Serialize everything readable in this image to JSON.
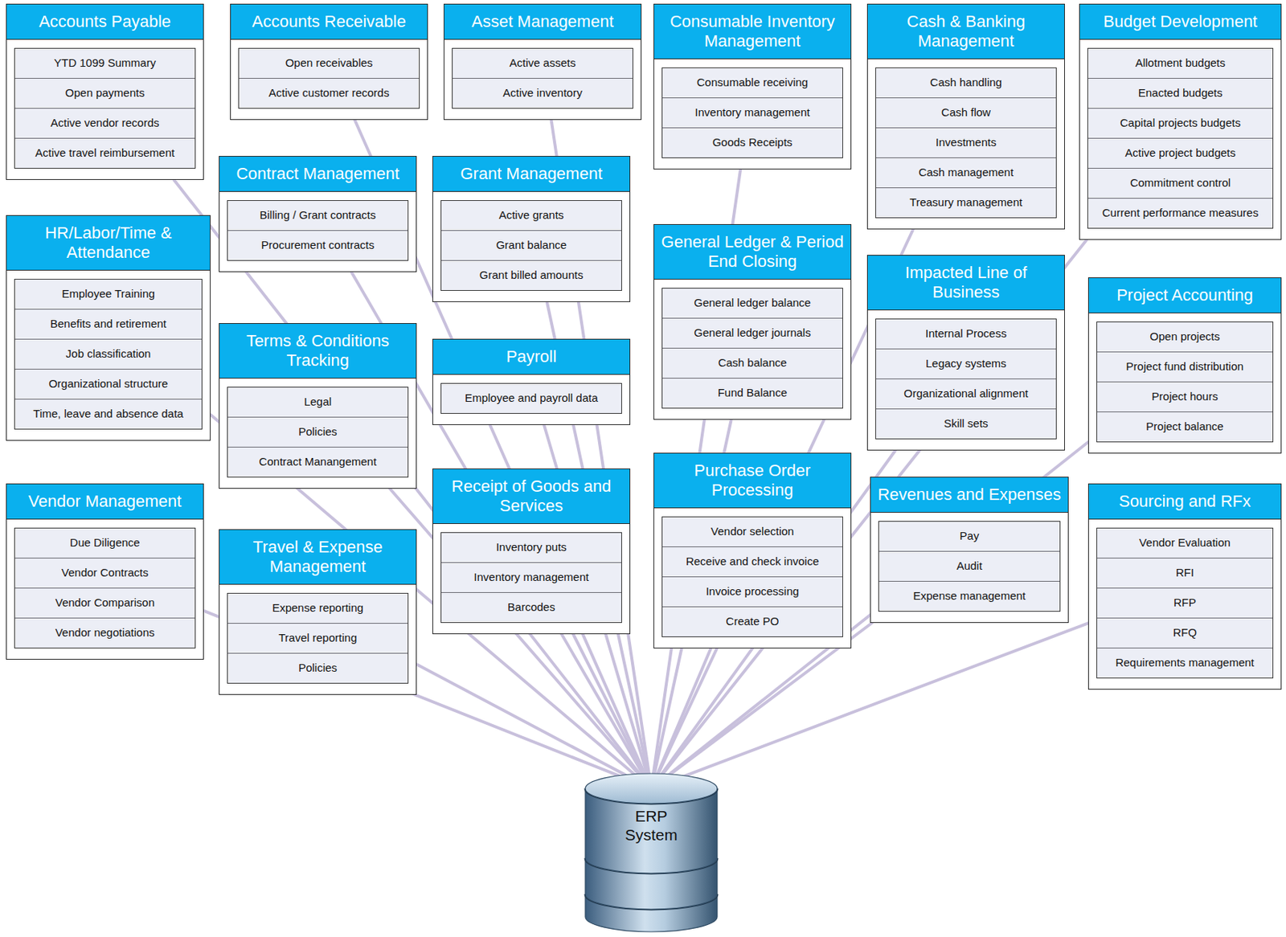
{
  "diagram": {
    "nodes": [
      {
        "text": [
          "Accounts Payable"
        ]
      },
      {
        "text": [
          "YTD 1099 Summary"
        ],
        "in": 0
      },
      {
        "text": [
          "Open payments"
        ],
        "in": 0
      },
      {
        "text": [
          "Active vendor records"
        ],
        "in": 0
      },
      {
        "text": [
          "Active travel reimbursement"
        ],
        "in": 0
      },
      {
        "text": [
          "Accounts Receivable"
        ]
      },
      {
        "text": [
          "Open receivables"
        ],
        "in": 5
      },
      {
        "text": [
          "Active customer records"
        ],
        "in": 5
      },
      {
        "text": [
          "Asset Management"
        ]
      },
      {
        "text": [
          "Active assets"
        ],
        "in": 8
      },
      {
        "text": [
          "Active inventory"
        ],
        "in": 8
      },
      {
        "text": [
          "Consumable Inventory Management"
        ]
      },
      {
        "text": [
          "Consumable receiving"
        ],
        "in": 11
      },
      {
        "text": [
          "Inventory management"
        ],
        "in": 11
      },
      {
        "text": [
          "Goods Receipts"
        ],
        "in": 11
      },
      {
        "text": [
          "Cash & Banking Management"
        ]
      },
      {
        "text": [
          "Cash handling"
        ],
        "in": 15
      },
      {
        "text": [
          "Cash flow"
        ],
        "in": 15
      },
      {
        "text": [
          "Investments"
        ],
        "in": 15
      },
      {
        "text": [
          "Cash management"
        ],
        "in": 15
      },
      {
        "text": [
          "Treasury management"
        ],
        "in": 15
      },
      {
        "text": [
          "Budget Development"
        ]
      },
      {
        "text": [
          "Allotment budgets"
        ],
        "in": 21
      },
      {
        "text": [
          "Enacted budgets"
        ],
        "in": 21
      },
      {
        "text": [
          "Capital projects budgets"
        ],
        "in": 21
      },
      {
        "text": [
          "Active project budgets"
        ],
        "in": 21
      },
      {
        "text": [
          "Commitment control"
        ],
        "in": 21
      },
      {
        "text": [
          "Current performance measures"
        ],
        "in": 21
      },
      {
        "text": [
          "Contract Management"
        ]
      },
      {
        "text": [
          "Billing / Grant contracts"
        ],
        "in": 28
      },
      {
        "text": [
          "Procurement contracts"
        ],
        "in": 28
      },
      {
        "text": [
          "Grant Management"
        ]
      },
      {
        "text": [
          "Active grants"
        ],
        "in": 31
      },
      {
        "text": [
          "Grant balance"
        ],
        "in": 31
      },
      {
        "text": [
          "Grant billed amounts"
        ],
        "in": 31
      },
      {
        "text": [
          "HR/Labor/Time & Attendance"
        ]
      },
      {
        "text": [
          "Employee Training"
        ],
        "in": 35
      },
      {
        "text": [
          "Benefits and retirement"
        ],
        "in": 35
      },
      {
        "text": [
          "Job classification"
        ],
        "in": 35
      },
      {
        "text": [
          "Organizational structure"
        ],
        "in": 35
      },
      {
        "text": [
          "Time, leave and absence data"
        ],
        "in": 35
      },
      {
        "text": [
          "General Ledger & Period End Closing"
        ]
      },
      {
        "text": [
          "General ledger balance"
        ],
        "in": 41
      },
      {
        "text": [
          "General ledger journals"
        ],
        "in": 41
      },
      {
        "text": [
          "Cash balance"
        ],
        "in": 41
      },
      {
        "text": [
          "Fund Balance"
        ],
        "in": 41
      },
      {
        "text": [
          "Impacted Line of Business"
        ]
      },
      {
        "text": [
          "Internal Process"
        ],
        "in": 46
      },
      {
        "text": [
          "Legacy systems"
        ],
        "in": 46
      },
      {
        "text": [
          "Organizational alignment"
        ],
        "in": 46
      },
      {
        "text": [
          "Skill sets"
        ],
        "in": 46
      },
      {
        "text": [
          "Project Accounting"
        ]
      },
      {
        "text": [
          "Open projects"
        ],
        "in": 51
      },
      {
        "text": [
          "Project fund distribution"
        ],
        "in": 51
      },
      {
        "text": [
          "Project hours"
        ],
        "in": 51
      },
      {
        "text": [
          "Project balance"
        ],
        "in": 51
      },
      {
        "text": [
          "Terms & Conditions Tracking"
        ]
      },
      {
        "text": [
          "Legal"
        ],
        "in": 56
      },
      {
        "text": [
          "Policies"
        ],
        "in": 56
      },
      {
        "text": [
          "Contract Manangement"
        ],
        "in": 56
      },
      {
        "text": [
          "Payroll"
        ]
      },
      {
        "text": [
          "Employee and payroll data"
        ],
        "in": 60
      },
      {
        "text": [
          "Receipt of Goods and Services"
        ]
      },
      {
        "text": [
          "Inventory puts"
        ],
        "in": 62
      },
      {
        "text": [
          "Inventory management"
        ],
        "in": 62
      },
      {
        "text": [
          "Barcodes"
        ],
        "in": 62
      },
      {
        "text": [
          "Purchase Order Processing"
        ]
      },
      {
        "text": [
          "Vendor selection"
        ],
        "in": 66
      },
      {
        "text": [
          "Receive and check invoice"
        ],
        "in": 66
      },
      {
        "text": [
          "Invoice processing"
        ],
        "in": 66
      },
      {
        "text": [
          "Create PO"
        ],
        "in": 66
      },
      {
        "text": [
          "Revenues and Expenses"
        ]
      },
      {
        "text": [
          "Pay"
        ],
        "in": 71
      },
      {
        "text": [
          "Audit"
        ],
        "in": 71
      },
      {
        "text": [
          "Expense management"
        ],
        "in": 71
      },
      {
        "text": [
          "Vendor Management"
        ]
      },
      {
        "text": [
          "Due Diligence"
        ],
        "in": 75
      },
      {
        "text": [
          "Vendor Contracts"
        ],
        "in": 75
      },
      {
        "text": [
          "Vendor Comparison"
        ],
        "in": 75
      },
      {
        "text": [
          "Vendor negotiations"
        ],
        "in": 75
      },
      {
        "text": [
          "Sourcing and RFx"
        ]
      },
      {
        "text": [
          "Vendor Evaluation"
        ],
        "in": 80
      },
      {
        "text": [
          "RFI"
        ],
        "in": 80
      },
      {
        "text": [
          "RFP"
        ],
        "in": 80
      },
      {
        "text": [
          "RFQ"
        ],
        "in": 80
      },
      {
        "text": [
          "Requirements management"
        ],
        "in": 80
      },
      {
        "text": [
          "Travel & Expense Management"
        ]
      },
      {
        "text": [
          "Expense reporting"
        ],
        "in": 86
      },
      {
        "text": [
          "Travel reporting"
        ],
        "in": 86
      },
      {
        "text": [
          "Policies"
        ],
        "in": 86
      },
      {
        "text": [
          "ERP System"
        ]
      }
    ],
    "edges": [
      {
        "from": 0,
        "to": 90,
        "arrow": "none"
      },
      {
        "from": 5,
        "to": 90,
        "arrow": "none"
      },
      {
        "from": 8,
        "to": 90,
        "arrow": "none"
      },
      {
        "from": 11,
        "to": 90,
        "arrow": "none"
      },
      {
        "from": 15,
        "to": 90,
        "arrow": "none"
      },
      {
        "from": 21,
        "to": 90,
        "arrow": "none"
      },
      {
        "from": 28,
        "to": 90,
        "arrow": "none"
      },
      {
        "from": 31,
        "to": 90,
        "arrow": "none"
      },
      {
        "from": 35,
        "to": 90,
        "arrow": "none"
      },
      {
        "from": 41,
        "to": 90,
        "arrow": "none"
      },
      {
        "from": 46,
        "to": 90,
        "arrow": "none"
      },
      {
        "from": 51,
        "to": 90,
        "arrow": "none"
      },
      {
        "from": 56,
        "to": 90,
        "arrow": "none"
      },
      {
        "from": 60,
        "to": 90,
        "arrow": "none"
      },
      {
        "from": 62,
        "to": 90,
        "arrow": "none"
      },
      {
        "from": 66,
        "to": 90,
        "arrow": "none"
      },
      {
        "from": 71,
        "to": 90,
        "arrow": "none"
      },
      {
        "from": 75,
        "to": 90,
        "arrow": "none"
      },
      {
        "from": 80,
        "to": 90,
        "arrow": "none"
      },
      {
        "from": 86,
        "to": 90,
        "arrow": "none"
      }
    ]
  }
}
